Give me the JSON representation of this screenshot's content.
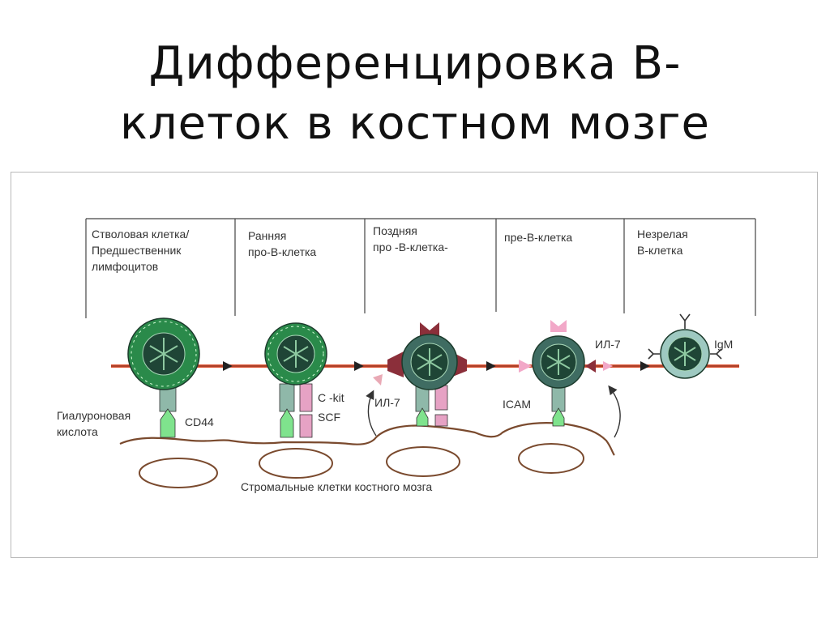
{
  "slide": {
    "title_line1": "Дифференцировка В-",
    "title_line2": "клеток в костном мозге"
  },
  "diagram": {
    "stages": [
      {
        "lines": [
          "Стволовая клетка/",
          "Предшественник",
          "лимфоцитов"
        ]
      },
      {
        "lines": [
          "Ранняя",
          "про-В-клетка"
        ]
      },
      {
        "lines": [
          "Поздняя",
          "про -В-клетка-"
        ]
      },
      {
        "lines": [
          "пре-В-клетка"
        ]
      },
      {
        "lines": [
          "Незрелая",
          "В-клетка"
        ]
      }
    ],
    "labels": {
      "hyaluronic_line1": "Гиалуроновая",
      "hyaluronic_line2": "кислота",
      "cd44": "CD44",
      "ckit": "C -kit",
      "scf": "SCF",
      "il7_a": "ИЛ-7",
      "icam": "ICAM",
      "il7_b": "ИЛ-7",
      "igm": "IgM",
      "stroma": "Стромальные клетки костного мозга"
    },
    "colors": {
      "axis_line": "#e0593a",
      "cell_fill": "#2a8a4a",
      "nucleus": "#1f4536",
      "receptor": "#8fb8a9",
      "ligand_green": "#7fe38d",
      "ckit_pink": "#e6a2c4",
      "il7_maroon": "#8b2f3a",
      "icam_pink": "#f2a8c8",
      "stroma": "#7a4a2e"
    }
  }
}
